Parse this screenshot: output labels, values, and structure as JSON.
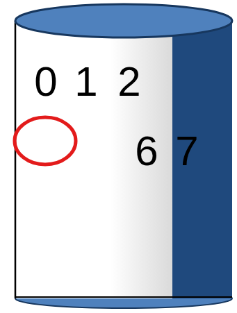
{
  "diagram": {
    "labels": [
      "0",
      "1",
      "2",
      "6",
      "7"
    ]
  }
}
